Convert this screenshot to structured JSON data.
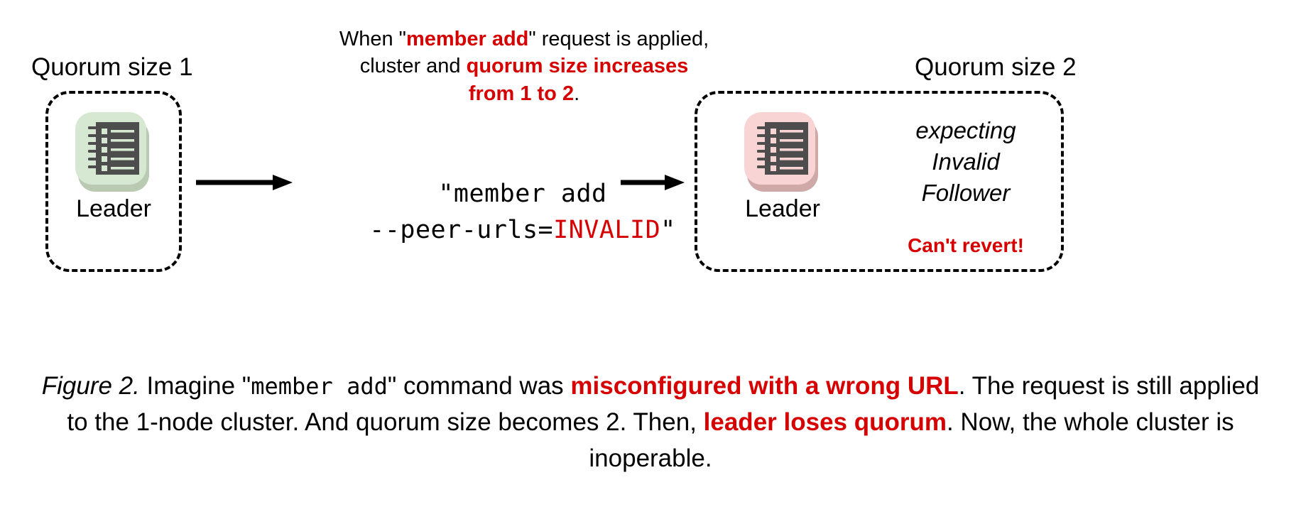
{
  "figure": {
    "left_group": {
      "title": "Quorum size 1",
      "node_label": "Leader",
      "icon_name": "ledger-icon",
      "tile_color": "#d7e8d2",
      "tile_shadow_color": "#b9c9b2"
    },
    "right_group": {
      "title": "Quorum size 2",
      "node_label": "Leader",
      "icon_name": "ledger-icon",
      "tile_color": "#f8d4d4",
      "tile_shadow_color": "#cfa8a8",
      "note_line1": "expecting",
      "note_line2": "Invalid",
      "note_line3": "Follower",
      "warning": "Can't revert!"
    },
    "top_annotation": {
      "line1_a": "When \"",
      "line1_b": "member add",
      "line1_c": "\" request is applied,",
      "line2_a": "cluster and ",
      "line2_b": "quorum size increases",
      "line3_a": "from 1 to 2",
      "line3_b": "."
    },
    "command": {
      "line1": "\"member add",
      "line2_a": "--peer-urls=",
      "line2_b": "INVALID",
      "line2_c": "\""
    },
    "caption": {
      "label": "Figure 2.",
      "seg1": " Imagine \"",
      "code1": "member add",
      "seg2": "\" command was ",
      "emph1": "misconfigured with a wrong URL",
      "seg3": ". The request is still applied to the 1-node cluster. And quorum size becomes 2. Then, ",
      "emph2": "leader loses quorum",
      "seg4": ". Now, the whole cluster is inoperable."
    },
    "colors": {
      "accent_red": "#d60000",
      "ink": "#000000",
      "icon_dark": "#4d4d4d",
      "background": "#ffffff"
    }
  }
}
